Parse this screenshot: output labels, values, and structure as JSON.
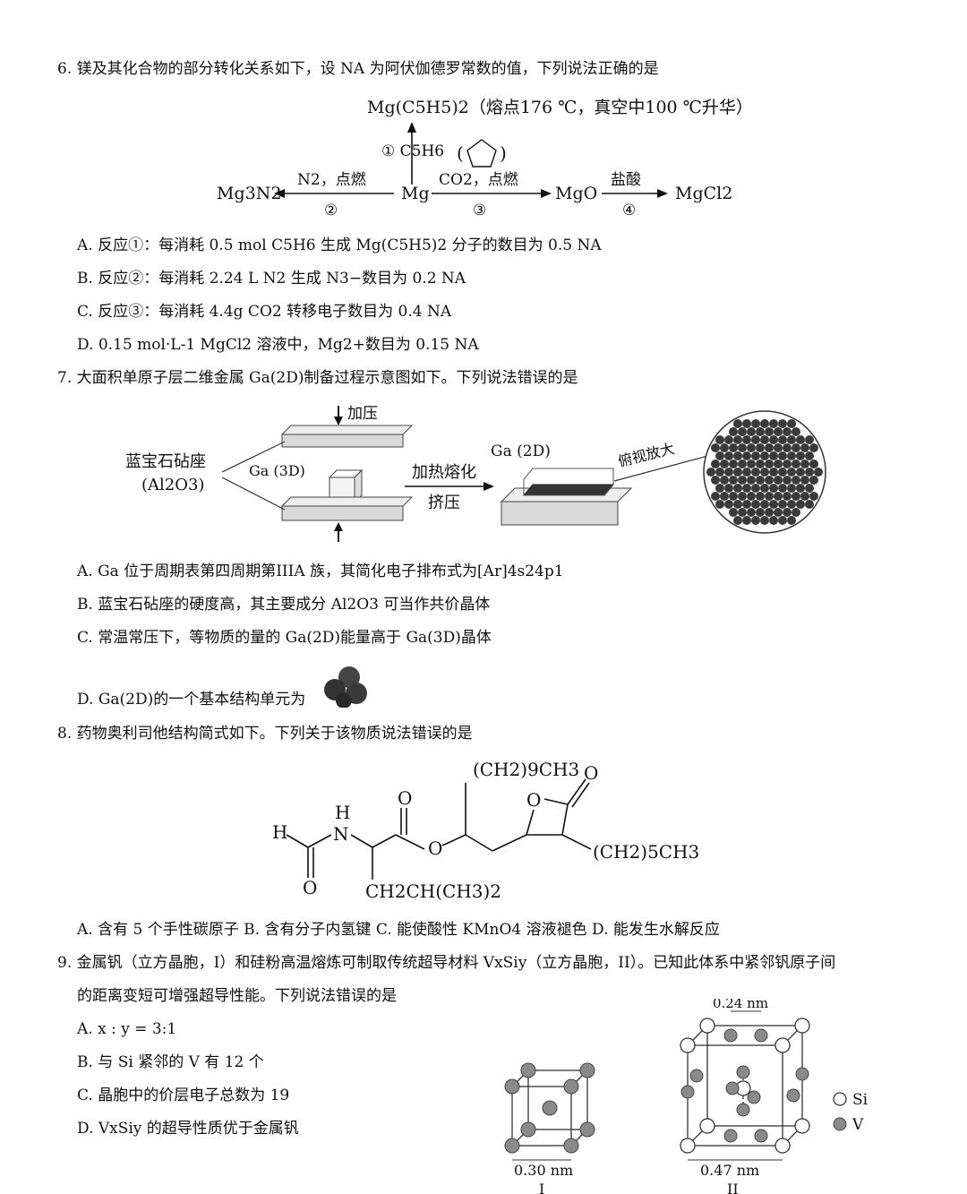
{
  "q6": {
    "stem": "6. 镁及其化合物的部分转化关系如下，设 NA 为阿伏伽德罗常数的值，下列说法正确的是",
    "diagram": {
      "top": "Mg(C5H5)2（熔点176 ℃，真空中100 ℃升华）",
      "up_label": "① C5H6",
      "center": "Mg",
      "left_product": "Mg3N2",
      "left_reagent": "N2，点燃",
      "left_num": "②",
      "right_product": "MgO",
      "right_reagent": "CO2，点燃",
      "right_num": "③",
      "final_product": "MgCl2",
      "final_reagent": "盐酸",
      "final_num": "④"
    },
    "options": [
      "A.  反应①：每消耗 0.5 mol C5H6 生成 Mg(C5H5)2 分子的数目为 0.5 NA",
      "B.  反应②：每消耗 2.24 L N2 生成  N3−数目为 0.2 NA",
      "C.  反应③：每消耗 4.4g CO2  转移电子数目为 0.4 NA",
      "D. 0.15 mol·L-1 MgCl2 溶液中，Mg2+数目为 0.15 NA"
    ]
  },
  "q7": {
    "stem": "7. 大面积单原子层二维金属 Ga(2D)制备过程示意图如下。下列说法错误的是",
    "diagram": {
      "press": "加压",
      "sapphire": "蓝宝石砧座",
      "sapphire_formula": "(Al2O3)",
      "ga3d": "Ga (3D)",
      "process_top": "加热熔化",
      "process_bottom": "挤压",
      "ga2d": "Ga (2D)",
      "zoom": "俯视放大"
    },
    "options": [
      "A. Ga 位于周期表第四周期第IIIA 族，其简化电子排布式为[Ar]4s24p1",
      "B.  蓝宝石砧座的硬度高，其主要成分 Al2O3 可当作共价晶体",
      "C.  常温常压下，等物质的量的 Ga(2D)能量高于 Ga(3D)晶体",
      "D. Ga(2D)的一个基本结构单元为"
    ]
  },
  "q8": {
    "stem": "8. 药物奥利司他结构简式如下。下列关于该物质说法错误的是",
    "structure": {
      "chain_top": "(CH2)9CH3",
      "o_lactone": "O",
      "o_ring": "O",
      "chain_right": "(CH2)5CH3",
      "h": "H",
      "nh_h": "H",
      "n": "N",
      "o_formyl": "O",
      "o_ester_carbonyl": "O",
      "o_ester": "O",
      "side_chain": "CH2CH(CH3)2"
    },
    "options_line": "A.  含有 5 个手性碳原子   B.  含有分子内氢键   C.  能使酸性 KMnO4 溶液褪色   D.  能发生水解反应"
  },
  "q9": {
    "stem_line1": "9.  金属钒（立方晶胞，I）和硅粉高温熔炼可制取传统超导材料 VxSiy（立方晶胞，II）。已知此体系中紧邻钒原子间",
    "stem_line2": "的距离变短可增强超导性能。下列说法错误的是",
    "options": [
      "A. x : y = 3:1",
      "B.  与 Si 紧邻的 V 有 12 个",
      "C.  晶胞中的价层电子总数为 19",
      "D. VxSiy 的超导性质优于金属钒"
    ],
    "figure": {
      "cell1_edge": "0.30 nm",
      "cell1_label": "I",
      "cell2_top": "0.24 nm",
      "cell2_edge": "0.47 nm",
      "cell2_label": "II",
      "legend_si": "Si",
      "legend_v": "V"
    }
  },
  "colors": {
    "text": "#111111",
    "atom_gray": "#7a7a7a",
    "atom_dark": "#3a3a3a",
    "plate": "#d9d9d9"
  }
}
